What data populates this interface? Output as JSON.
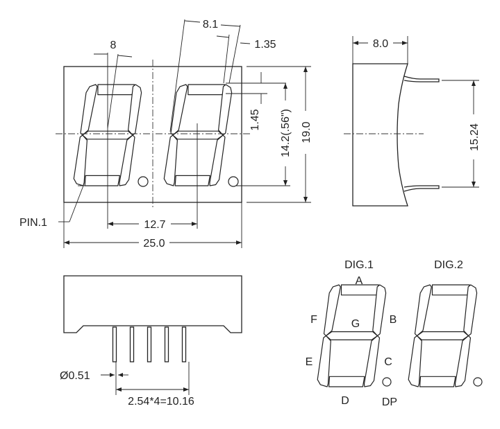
{
  "front_view": {
    "dims": {
      "segment_slant": "8",
      "digit_width": "8.1",
      "dp_offset": "1.35",
      "segment_height": "1.45",
      "digit_height": "14.2(.56\")",
      "body_height": "19.0",
      "digit_pitch": "12.7",
      "body_width": "25.0"
    },
    "pin1_label": "PIN.1"
  },
  "side_view": {
    "dims": {
      "depth": "8.0",
      "row_spacing": "15.24"
    }
  },
  "bottom_view": {
    "dims": {
      "pin_diameter": "Ø0.51",
      "pin_pitch": "2.54*4=10.16"
    }
  },
  "pinout": {
    "digits": [
      "DIG.1",
      "DIG.2"
    ],
    "segments": {
      "a": "A",
      "b": "B",
      "c": "C",
      "d": "D",
      "e": "E",
      "f": "F",
      "g": "G",
      "dp": "DP"
    }
  }
}
